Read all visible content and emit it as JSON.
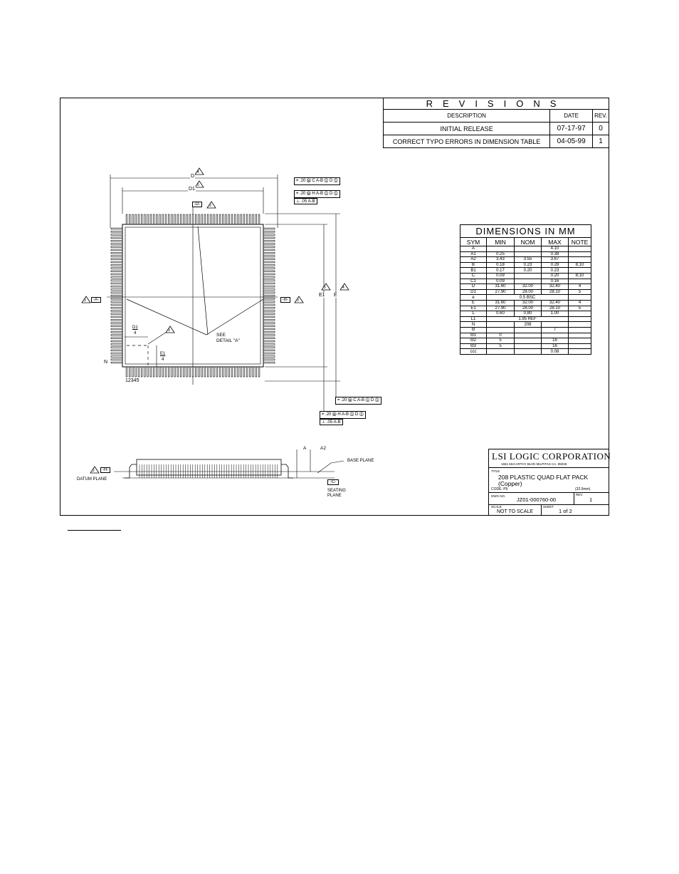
{
  "revisions": {
    "header": "REVISIONS",
    "columns": [
      "DESCRIPTION",
      "DATE",
      "REV."
    ],
    "rows": [
      {
        "description": "INITIAL RELEASE",
        "date": "07-17-97",
        "rev": "0"
      },
      {
        "description": "CORRECT TYPO ERRORS IN DIMENSION TABLE",
        "date": "04-05-99",
        "rev": "1"
      }
    ]
  },
  "dimensions": {
    "title": "DIMENSIONS IN MM",
    "columns": [
      "SYM",
      "MIN",
      "NOM",
      "MAX",
      "NOTE"
    ],
    "rows": [
      [
        "A",
        "",
        "",
        "4.10",
        ""
      ],
      [
        "A1",
        "0.25",
        "",
        "0.38",
        ""
      ],
      [
        "A2",
        "3.43",
        "3.55",
        "3.67",
        ""
      ],
      [
        "B",
        "0.18",
        "0.23",
        "0.28",
        "8,10"
      ],
      [
        "B1",
        "0.17",
        "0.20",
        "0.23",
        ""
      ],
      [
        "C",
        "0.09",
        "",
        "0.20",
        "8,10"
      ],
      [
        "C1",
        "0.09",
        "",
        "0.16",
        ""
      ],
      [
        "D",
        "31.60",
        "32.00",
        "32.40",
        "4"
      ],
      [
        "D1",
        "27.90",
        "28.00",
        "28.10",
        "5"
      ],
      [
        "e",
        "0.5 BSC",
        "",
        "",
        ""
      ],
      [
        "E",
        "31.60",
        "32.00",
        "32.40",
        "4"
      ],
      [
        "E1",
        "27.90",
        "28.00",
        "28.10",
        "5"
      ],
      [
        "L",
        "0.60",
        "0.80",
        "1.00",
        ""
      ],
      [
        "L1",
        "1.95 REF",
        "",
        "",
        ""
      ],
      [
        "N",
        "",
        "208",
        "",
        ""
      ],
      [
        "Θ",
        "",
        "",
        "7",
        ""
      ],
      [
        "Θ1",
        "0",
        "",
        "",
        ""
      ],
      [
        "Θ2",
        "5",
        "",
        "16",
        ""
      ],
      [
        "Θ3",
        "5",
        "",
        "16",
        ""
      ],
      [
        "ccc",
        "",
        "",
        "0.08",
        ""
      ]
    ]
  },
  "drawing": {
    "d_label": "D",
    "d1_label": "D1",
    "e_label": "E",
    "e1_label": "E1",
    "d1_quarter": "D1",
    "e1_quarter": "E1",
    "four": "4",
    "n_label": "N",
    "pin_label": "12345",
    "see_detail_1": "SEE",
    "see_detail_2": "DETAIL \"A\"",
    "datum_a": "-A-",
    "datum_b": "-B-",
    "datum_d": "-D-",
    "datum_h": "-H-",
    "datum_c": "-C-",
    "fcf_1": "⌖ .20 Ⓜ C  A-B Ⓢ D Ⓢ",
    "fcf_2": "⌖ .20 Ⓜ H  A-B Ⓢ D Ⓢ",
    "fcf_2b": "⊥ .05  A-B",
    "fcf_3": "⌖ .20 Ⓜ C  A-B Ⓢ D Ⓢ",
    "fcf_4": "⌖ .20 Ⓜ H  A-B Ⓢ D Ⓢ",
    "fcf_4b": "⊥ .05  A-B",
    "tri_2": "2",
    "tri_3": "3",
    "tri_4": "4",
    "tri_5": "5",
    "tri_9": "9",
    "datum_plane": "DATUM  PLANE",
    "base_plane": "BASE  PLANE",
    "seating_plane_1": "SEATING",
    "seating_plane_2": "PLANE",
    "a_label": "A",
    "a2_label": "A2"
  },
  "titleblock": {
    "company": "LSI LOGIC CORPORATION",
    "address": "1551 McCARTHY BLVD MILPITAS CA. 95035",
    "title_caption": "TITLE",
    "title_1": "208 PLASTIC QUAD FLAT PACK",
    "title_2": "(Copper)",
    "code": "CODE: P9",
    "size": "(32.0mm)",
    "dwg_caption": "DWG NO.",
    "dwg_no": "JZ01-000760-00",
    "rev_caption": "REV.",
    "rev": "1",
    "scale_caption": "SCALE",
    "scale": "NOT TO SCALE",
    "sheet_caption": "SHEET",
    "sheet": "1  of  2"
  }
}
